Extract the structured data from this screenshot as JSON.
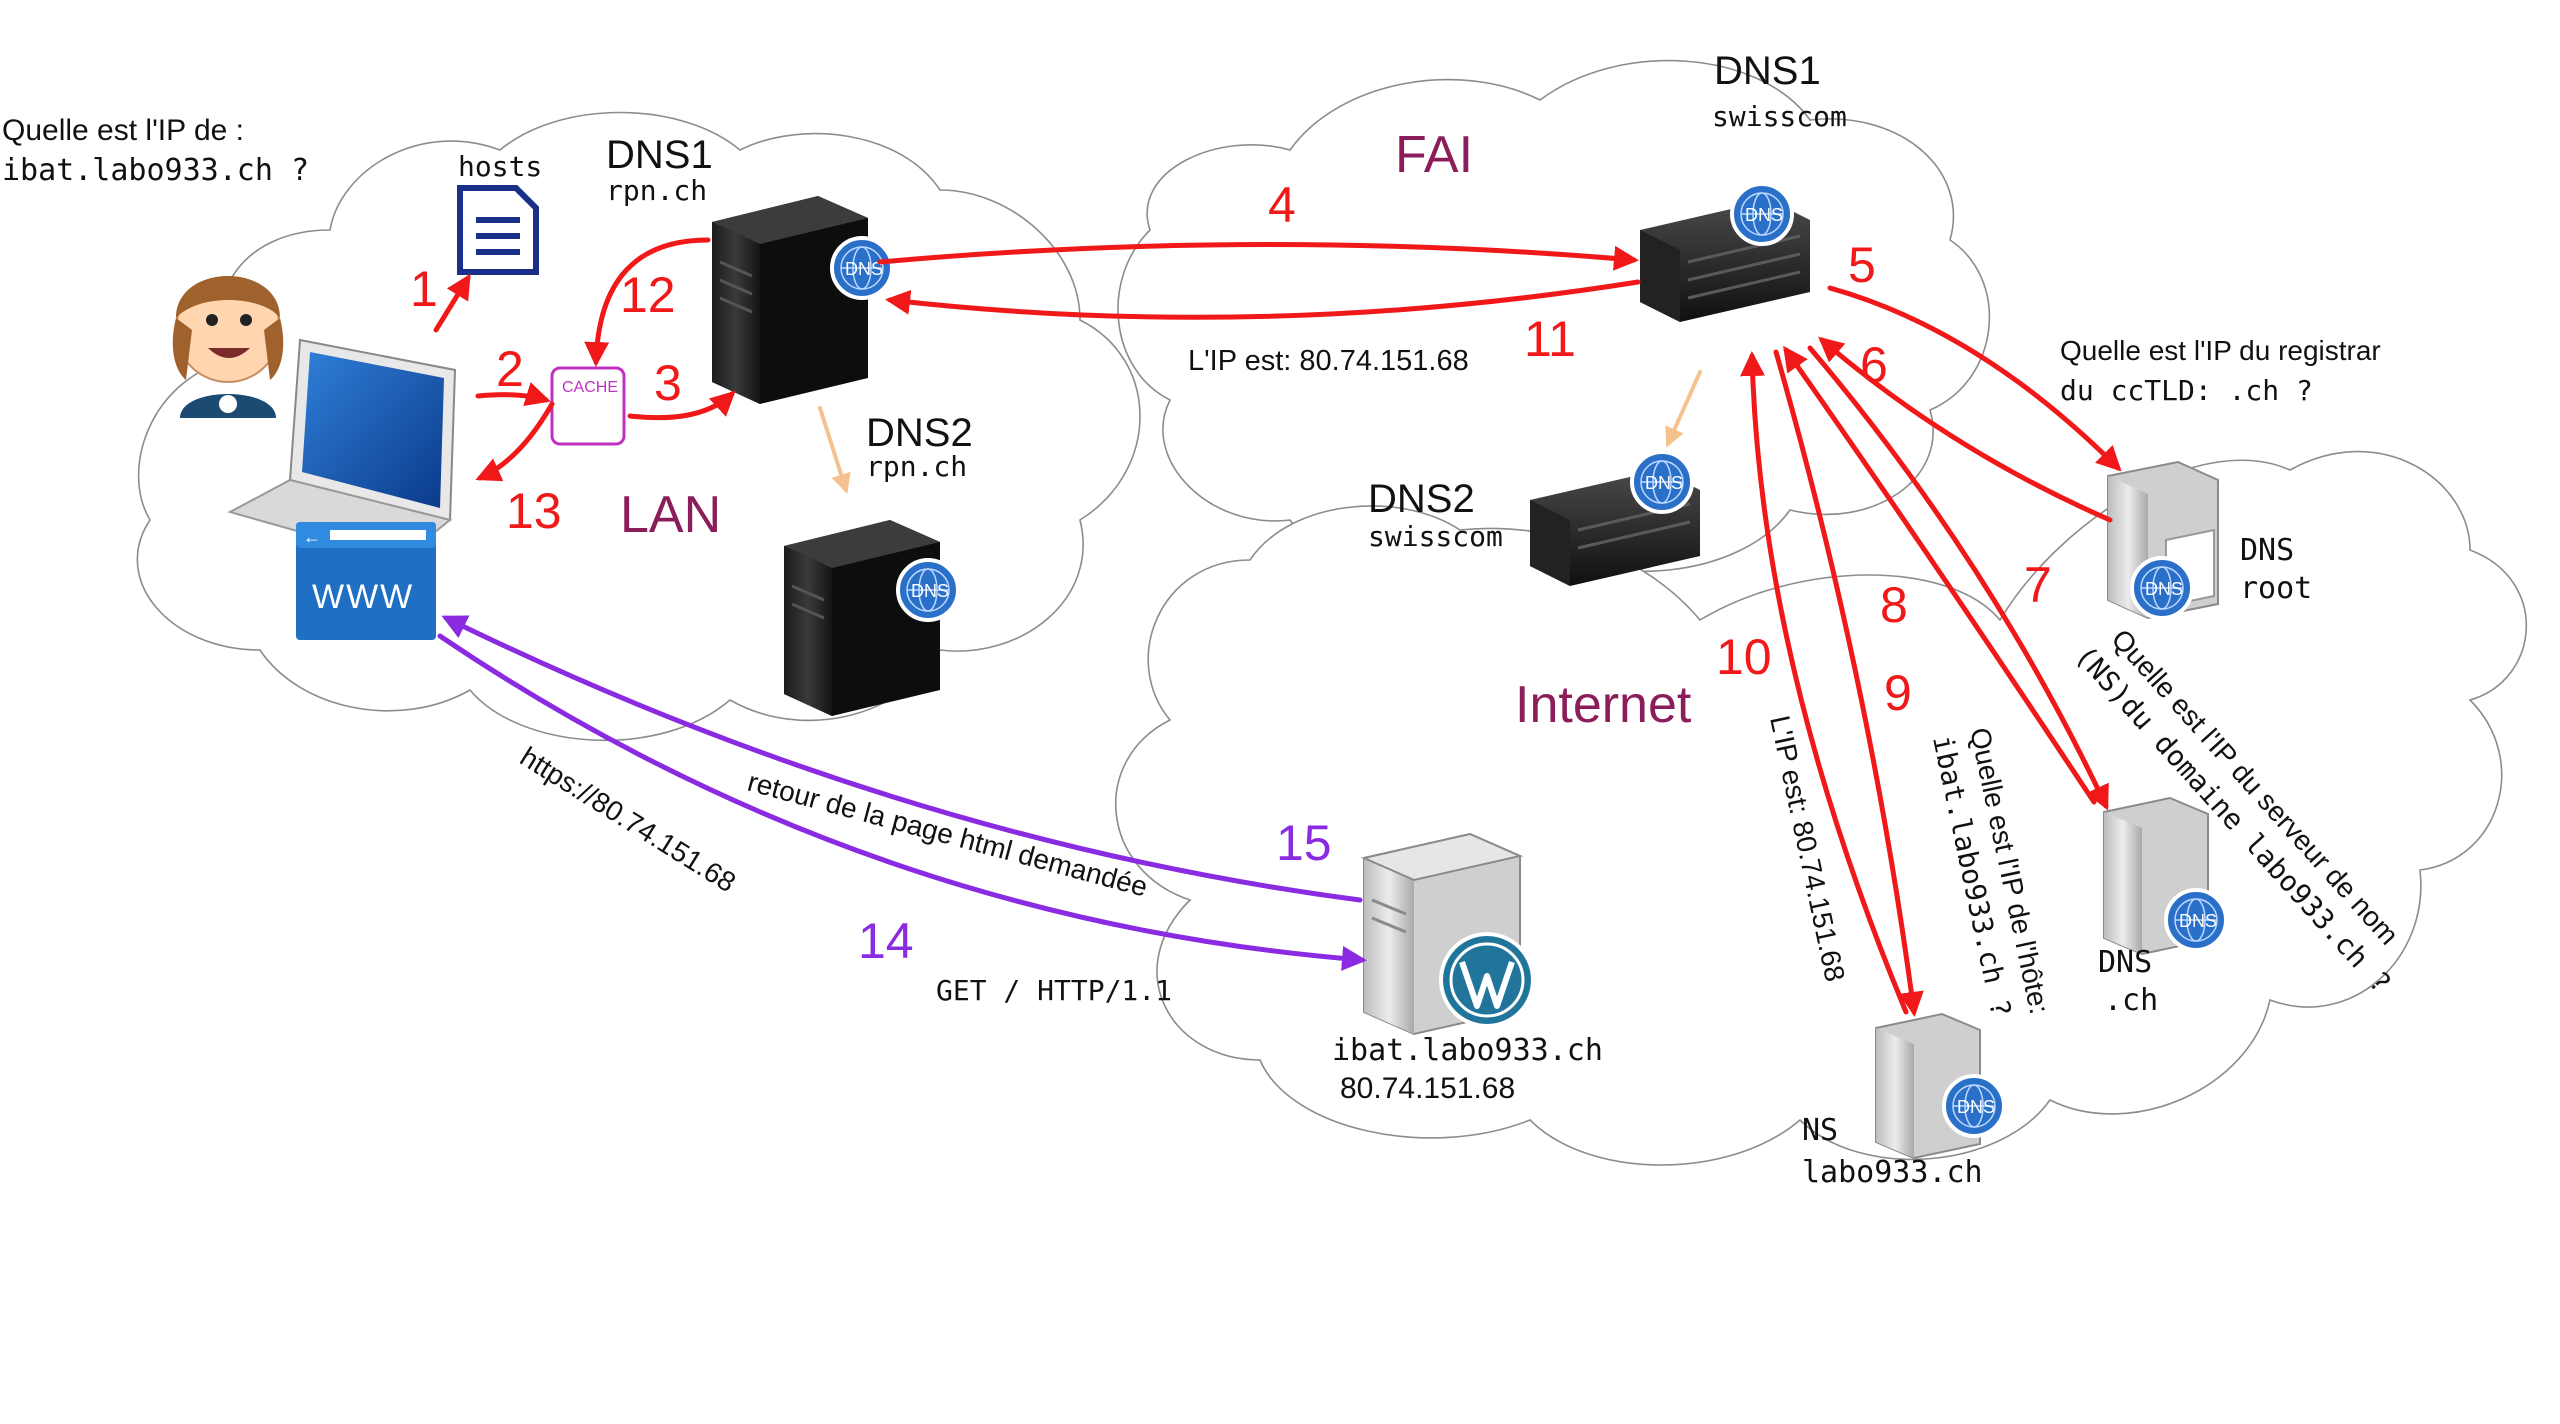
{
  "colors": {
    "request_arrow": "#f01818",
    "response_arrow": "#f01818",
    "secondary_link": "#f5c28f",
    "http_arrow": "#8a2be2",
    "zone_label": "#8b1e5a",
    "http_step": "#8a2be2",
    "dns_badge": "#2a70c8",
    "cache_box": "#c030c0"
  },
  "zones": {
    "lan": "LAN",
    "fai": "FAI",
    "internet": "Internet"
  },
  "client": {
    "question_line1": "Quelle est l'IP de :",
    "question_line2": "ibat.labo933.ch ?",
    "hosts_label": "hosts",
    "cache_label": "CACHE",
    "browser_label": "WWW"
  },
  "servers": {
    "lan_dns1": {
      "name": "DNS1",
      "domain": "rpn.ch"
    },
    "lan_dns2": {
      "name": "DNS2",
      "domain": "rpn.ch"
    },
    "isp_dns1": {
      "name": "DNS1",
      "domain": "swisscom"
    },
    "isp_dns2": {
      "name": "DNS2",
      "domain": "swisscom"
    },
    "root": {
      "line1": "DNS",
      "line2": "root"
    },
    "tld": {
      "line1": "DNS",
      "line2": ".ch"
    },
    "ns": {
      "line1": "NS",
      "line2": "labo933.ch"
    },
    "web": {
      "host": "ibat.labo933.ch",
      "ip": "80.74.151.68"
    },
    "badge_text": "DNS"
  },
  "steps": {
    "s1": "1",
    "s2": "2",
    "s3": "3",
    "s4": "4",
    "s5": "5",
    "s6": "6",
    "s7": "7",
    "s8": "8",
    "s9": "9",
    "s10": "10",
    "s11": "11",
    "s12": "12",
    "s13": "13",
    "s14": "14",
    "s15": "15"
  },
  "messages": {
    "registrar_q_line1": "Quelle est l'IP du registrar",
    "registrar_q_line2": "du ccTLD: .ch ?",
    "ns_q_line1": "Quelle est l'IP du serveur de nom",
    "ns_q_line2": "(NS)du domaine labo933.ch ?",
    "host_q_line1": "Quelle est l'IP de l'hôte:",
    "host_q_line2": "ibat.labo933.ch ?",
    "ip_answer_vertical": "L'IP est: 80.74.151.68",
    "ip_answer": "L'IP est: 80.74.151.68",
    "https_url": "https://80.74.151.68",
    "page_return": "retour de la page html demandée",
    "http_get": "GET / HTTP/1.1"
  }
}
